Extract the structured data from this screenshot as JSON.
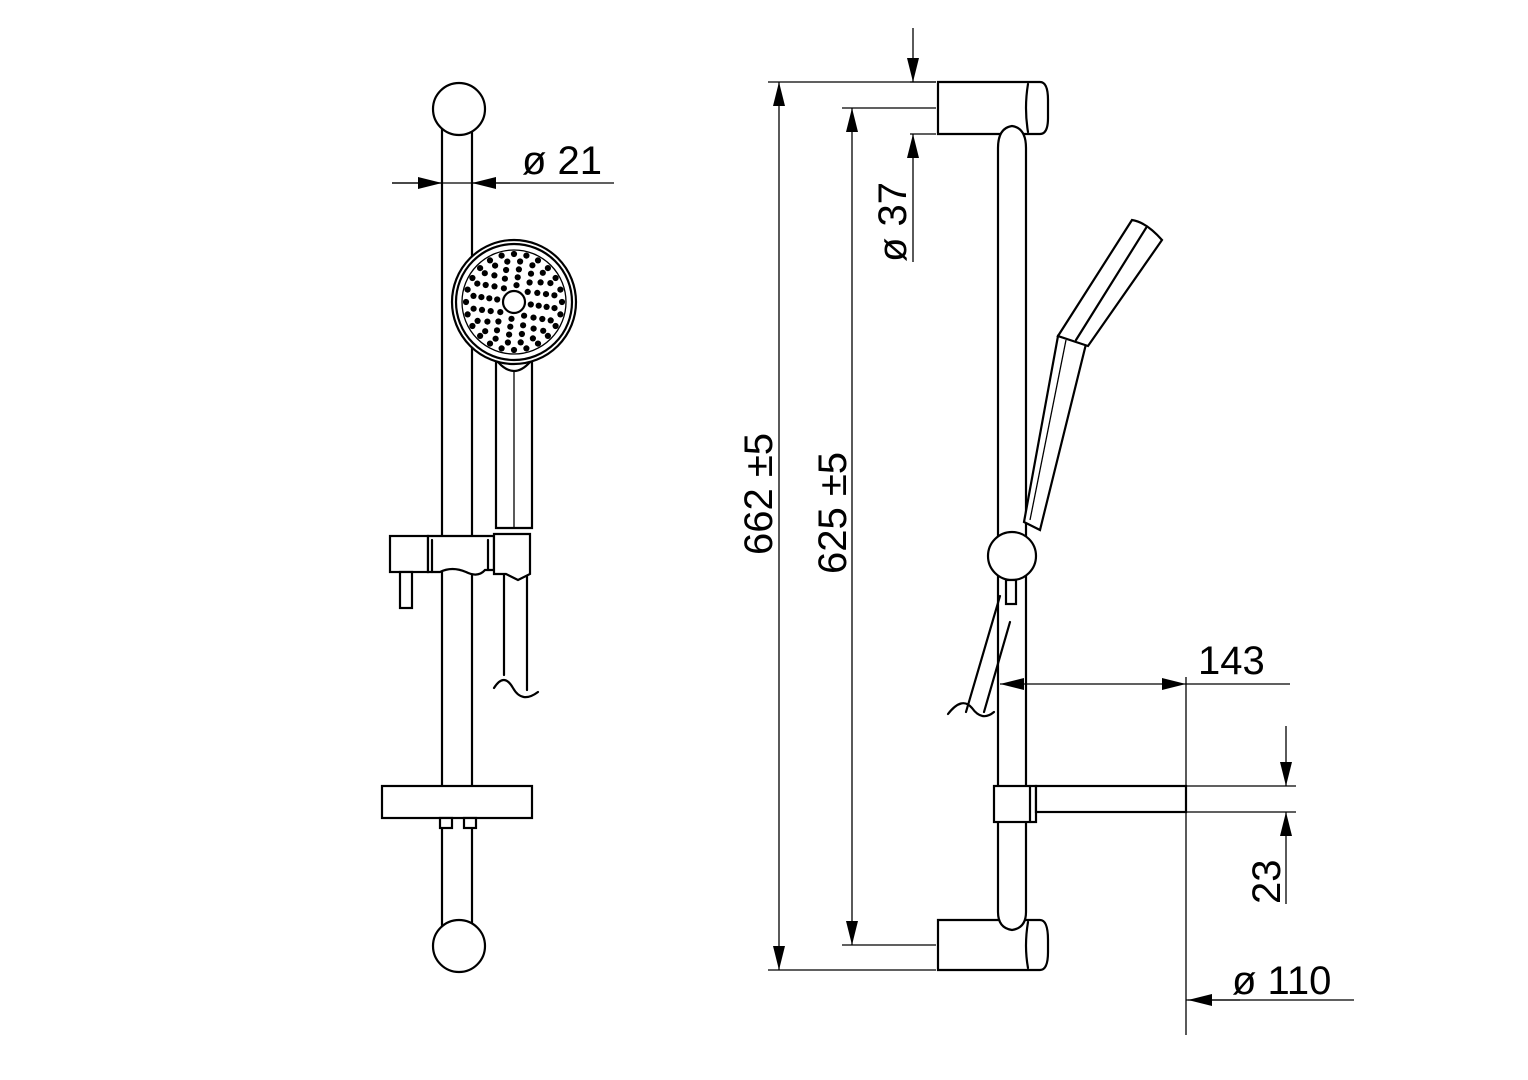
{
  "dimensions": {
    "bar_diameter": "ø 21",
    "wall_bracket_diameter": "ø 37",
    "overall_length": "662 ±5",
    "bracket_spacing": "625 ±5",
    "projection": "143",
    "soap_dish_height": "23",
    "soap_dish_diameter": "ø 110"
  },
  "colors": {
    "line": "#000000",
    "background": "#ffffff"
  }
}
